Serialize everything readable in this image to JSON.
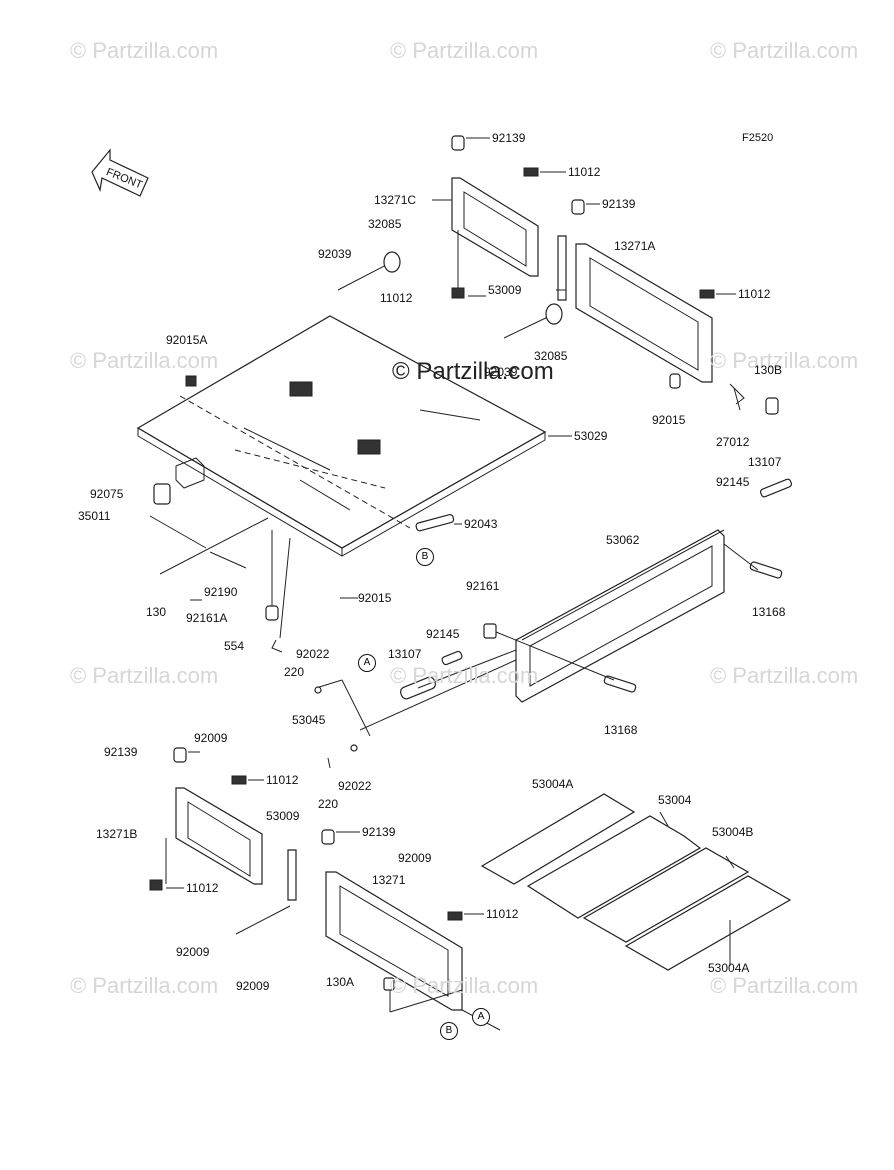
{
  "diagram_code": "F2520",
  "front_label": "FRONT",
  "watermark": "© Partzilla.com",
  "center_watermark": "© Partzilla.com",
  "callouts": {
    "a": "A",
    "b": "B"
  },
  "parts": {
    "p92139_a": "92139",
    "p11012_a": "11012",
    "p13271c": "13271C",
    "p32085": "32085",
    "p92039_a": "92039",
    "p11012_b": "11012",
    "p53009_a": "53009",
    "p92139_b": "92139",
    "p13271a": "13271A",
    "p11012_c": "11012",
    "p32085_b": "32085",
    "p92039_b": "92039",
    "p130b": "130B",
    "p92015_a": "92015",
    "p27012": "27012",
    "p92015a": "92015A",
    "p53029": "53029",
    "p92075": "92075",
    "p35011": "35011",
    "p92043": "92043",
    "p130": "130",
    "p92190": "92190",
    "p92161a": "92161A",
    "p92015_b": "92015",
    "p554": "554",
    "p13107_a": "13107",
    "p92145_a": "92145",
    "p53062": "53062",
    "p13168_a": "13168",
    "p92161": "92161",
    "p92145_b": "92145",
    "p92022_a": "92022",
    "p13107_b": "13107",
    "p220_a": "220",
    "p53045": "53045",
    "p13168_b": "13168",
    "p92139_c": "92139",
    "p92009_a": "92009",
    "p11012_d": "11012",
    "p92022_b": "92022",
    "p220_b": "220",
    "p53004a_a": "53004A",
    "p53004": "53004",
    "p53009_b": "53009",
    "p13271b": "13271B",
    "p92139_d": "92139",
    "p92009_b": "92009",
    "p53004b": "53004B",
    "p11012_e": "11012",
    "p13271": "13271",
    "p11012_f": "11012",
    "p92009_c": "92009",
    "p92009_d": "92009",
    "p53004a_b": "53004A",
    "p130a": "130A"
  }
}
